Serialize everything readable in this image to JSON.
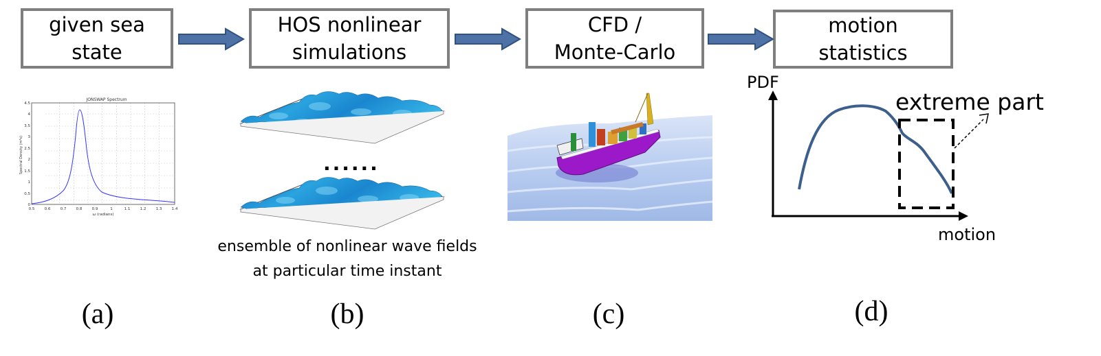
{
  "stages": [
    {
      "line1": "given sea",
      "line2": "state"
    },
    {
      "line1": "HOS nonlinear",
      "line2": "simulations"
    },
    {
      "line1": "CFD /",
      "line2": "Monte-Carlo"
    },
    {
      "line1": "motion",
      "line2": "statistics"
    }
  ],
  "panel_a": {
    "title": "JONSWAP Spectrum",
    "ylabel": "Spectral Density (m²s)",
    "xlabel": "ω (radians)",
    "xticks": [
      "0.5",
      "0.6",
      "0.7",
      "0.8",
      "0.9",
      "1",
      "1.1",
      "1.2",
      "1.3",
      "1.4"
    ],
    "yticks": [
      "0",
      "0.5",
      "1",
      "1.5",
      "2",
      "2.5",
      "3",
      "3.5",
      "4",
      "4.5"
    ],
    "line_color": "#3333ff"
  },
  "panel_b": {
    "dots": "......",
    "caption_line1": "ensemble of nonlinear wave fields",
    "caption_line2": "at particular time instant",
    "wave_color": "#1e8fd0"
  },
  "panel_c": {
    "hull_color": "#9b19c9",
    "water_color": "#b9cdf0"
  },
  "panel_d": {
    "ylabel": "PDF",
    "xlabel": "motion",
    "annotation": "extreme part",
    "curve_color": "#3c5f8c"
  },
  "captions": [
    "(a)",
    "(b)",
    "(c)",
    "(d)"
  ],
  "colors": {
    "box_border": "#7f7f7f",
    "arrow_fill": "#4f72a6",
    "arrow_stroke": "#2f5283"
  }
}
